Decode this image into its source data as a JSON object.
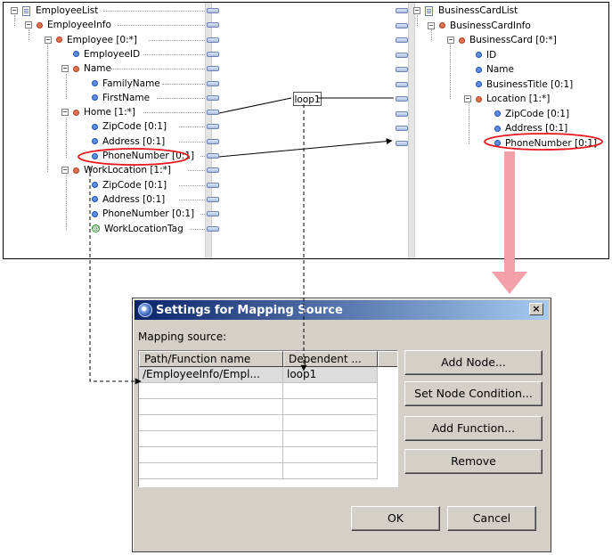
{
  "left_tree": [
    {
      "label": "EmployeeList",
      "icon": "root",
      "expander": "−"
    },
    {
      "label": "EmployeeInfo",
      "icon": "element",
      "expander": "−"
    },
    {
      "label": "Employee [0:*]",
      "icon": "element",
      "expander": "−"
    },
    {
      "label": "EmployeeID",
      "icon": "attribute",
      "expander": ""
    },
    {
      "label": "Name",
      "icon": "element",
      "expander": "−"
    },
    {
      "label": "FamilyName",
      "icon": "attribute",
      "expander": ""
    },
    {
      "label": "FirstName",
      "icon": "attribute",
      "expander": ""
    },
    {
      "label": "Home [1:*]",
      "icon": "element",
      "expander": "−"
    },
    {
      "label": "ZipCode [0:1]",
      "icon": "attribute",
      "expander": ""
    },
    {
      "label": "Address [0:1]",
      "icon": "attribute",
      "expander": ""
    },
    {
      "label": "PhoneNumber [0:1]",
      "icon": "attribute",
      "expander": ""
    },
    {
      "label": "WorkLocation [1:*]",
      "icon": "element",
      "expander": "−"
    },
    {
      "label": "ZipCode [0:1]",
      "icon": "attribute",
      "expander": ""
    },
    {
      "label": "Address [0:1]",
      "icon": "attribute",
      "expander": ""
    },
    {
      "label": "PhoneNumber [0:1]",
      "icon": "attribute",
      "expander": ""
    },
    {
      "label": "WorkLocationTag",
      "icon": "at",
      "expander": ""
    }
  ],
  "right_tree": [
    {
      "label": "BusinessCardList",
      "icon": "root",
      "expander": "−"
    },
    {
      "label": "BusinessCardInfo",
      "icon": "element",
      "expander": "−"
    },
    {
      "label": "BusinessCard [0:*]",
      "icon": "element",
      "expander": "−"
    },
    {
      "label": "ID",
      "icon": "attribute",
      "expander": ""
    },
    {
      "label": "Name",
      "icon": "attribute",
      "expander": ""
    },
    {
      "label": "BusinessTitle [0:1]",
      "icon": "attribute",
      "expander": ""
    },
    {
      "label": "Location [1:*]",
      "icon": "element",
      "expander": "−"
    },
    {
      "label": "ZipCode [0:1]",
      "icon": "attribute",
      "expander": ""
    },
    {
      "label": "Address [0:1]",
      "icon": "attribute",
      "expander": ""
    },
    {
      "label": "PhoneNumber [0:1]",
      "icon": "attribute",
      "expander": ""
    }
  ],
  "loop_node": {
    "label": "loop1"
  },
  "dialog": {
    "title": "Settings for Mapping Source",
    "close_label": "×",
    "mapping_source_label": "Mapping source:",
    "columns": [
      "Path/Function name",
      "Dependent ..."
    ],
    "rows": [
      {
        "path": "/EmployeeInfo/Empl...",
        "dependent": "loop1"
      }
    ],
    "buttons": {
      "add_node": "Add Node...",
      "set_node_condition": "Set Node Condition...",
      "add_function": "Add Function...",
      "remove": "Remove",
      "ok": "OK",
      "cancel": "Cancel"
    }
  },
  "colors": {
    "highlight_ellipse": "#e8141b",
    "callout_arrow": "#f4a0a8",
    "titlebar_start": "#0a246a",
    "titlebar_end": "#a6caf0"
  }
}
